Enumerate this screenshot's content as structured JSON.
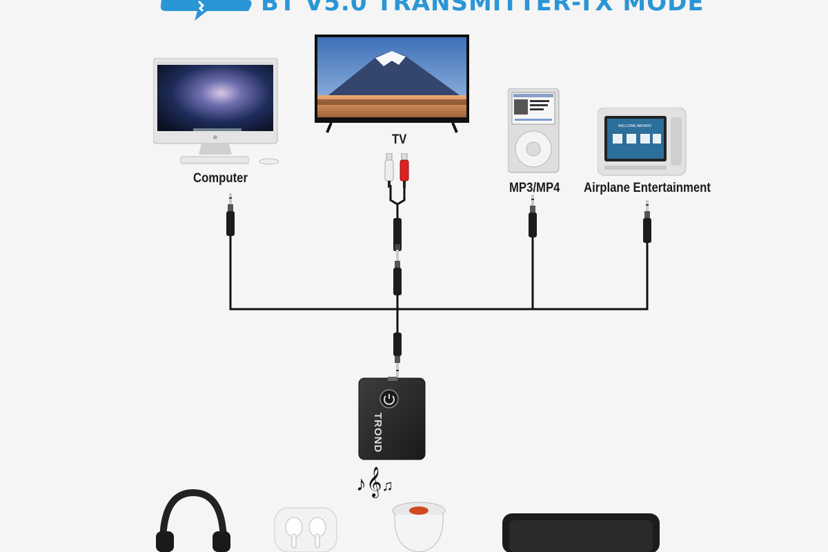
{
  "header": {
    "title": "BT V5.0 TRANSMITTER-TX MODE",
    "logo_icon": "bluetooth-speech-bubble-icon",
    "accent_color": "#2a96d6"
  },
  "sources": [
    {
      "label": "Computer",
      "icon": "imac-computer-icon"
    },
    {
      "label": "TV",
      "icon": "television-icon"
    },
    {
      "label": "MP3/MP4",
      "icon": "ipod-player-icon"
    },
    {
      "label": "Airplane Entertainment",
      "icon": "seatback-screen-icon"
    }
  ],
  "transmitter": {
    "brand": "TROND",
    "icon": "power-button-icon"
  },
  "screen": {
    "welcome": "WELCOME ABOARD"
  },
  "music_icon": "music-notes-icon",
  "receivers": [
    {
      "icon": "headphones-icon"
    },
    {
      "icon": "earbuds-case-icon"
    },
    {
      "icon": "round-speaker-icon"
    },
    {
      "icon": "box-speaker-icon"
    }
  ]
}
